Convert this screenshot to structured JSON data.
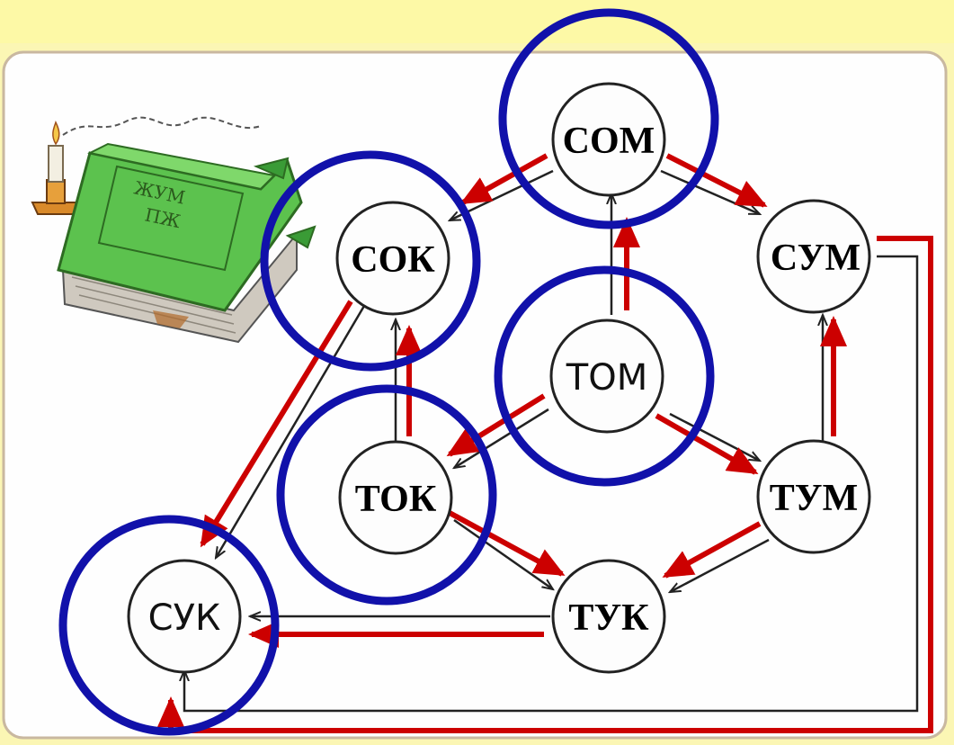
{
  "nodes": {
    "som": "СОМ",
    "sok": "СОК",
    "sum": "СУМ",
    "tom": "ТОМ",
    "tok": "ТОК",
    "tum": "ТУМ",
    "tuk": "ТУК",
    "suk": "СУК"
  },
  "colors": {
    "background": "#fbf6b4",
    "panel": "#fefefe",
    "highlight_circle": "#1111aa",
    "red_arrow": "#cc0000",
    "black_arrow": "#222222"
  },
  "highlighted_nodes": [
    "СОМ",
    "СОК",
    "ТОМ",
    "ТОК",
    "СУК"
  ],
  "illustration": "book-with-candle-icon"
}
